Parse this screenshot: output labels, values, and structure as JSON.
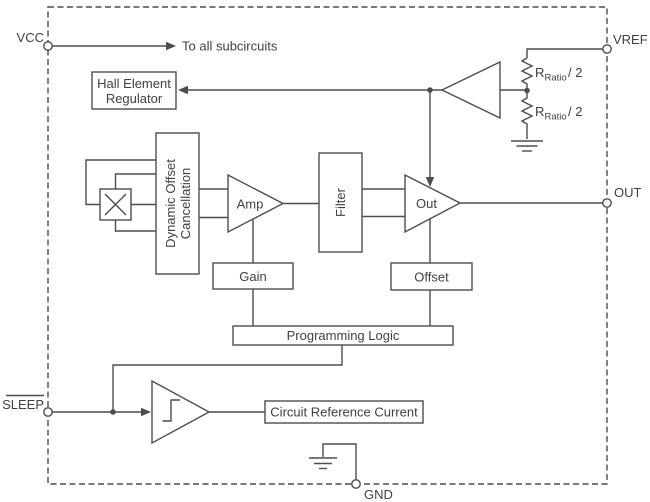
{
  "diagram": {
    "pins": {
      "vcc": "VCC",
      "vref": "VREF",
      "out": "OUT",
      "sleep": "SLEEP",
      "gnd": "GND"
    },
    "annotations": {
      "to_all_subcircuits": "To all subcircuits"
    },
    "blocks": {
      "hall_element_regulator": {
        "line1": "Hall Element",
        "line2": "Regulator"
      },
      "dynamic_offset_cancellation": {
        "line1": "Dynamic Offset",
        "line2": "Cancellation"
      },
      "amp": "Amp",
      "filter": "Filter",
      "out_amp": "Out",
      "gain": "Gain",
      "offset": "Offset",
      "programming_logic": "Programming Logic",
      "circuit_reference_current": "Circuit Reference Current"
    },
    "resistors": {
      "top": {
        "symbol": "R",
        "subscript": "Ratio",
        "suffix": "/ 2"
      },
      "bottom": {
        "symbol": "R",
        "subscript": "Ratio",
        "suffix": "/ 2"
      }
    },
    "symbols": {
      "hall_plate": "multiplier-x",
      "sleep_buffer": "schmitt-trigger",
      "vref_buffer": "unity-gain-buffer",
      "grounds": "earth-ground"
    },
    "colors": {
      "line": "#4d4d4f",
      "text": "#414144",
      "background": "#ffffff"
    }
  }
}
